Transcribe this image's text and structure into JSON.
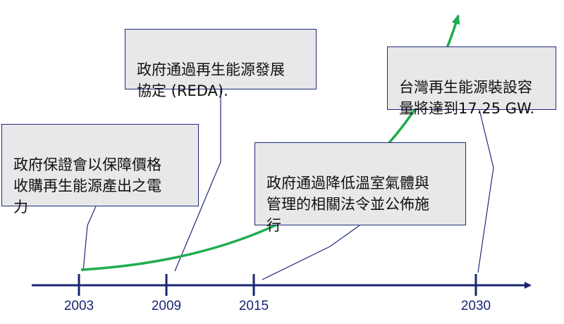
{
  "colors": {
    "axis": "#1b2572",
    "arrow": "#1fad4e",
    "callout_fill": "#e8e8ea",
    "callout_border": "#1f2a7a",
    "leader_line": "#1f2a7a"
  },
  "timeline": {
    "years": [
      "2003",
      "2009",
      "2015",
      "2030"
    ]
  },
  "callouts": {
    "fit": "政府保證會以保障價格\n收購再生能源產出之電\n力",
    "reda": "政府通過再生能源發展\n協定 (REDA).",
    "ghg": "政府通過降低溫室氣體與\n管理的相關法令並公佈施\n行",
    "target_2030": "台灣再生能源裝設容\n量將達到17.25 GW."
  }
}
